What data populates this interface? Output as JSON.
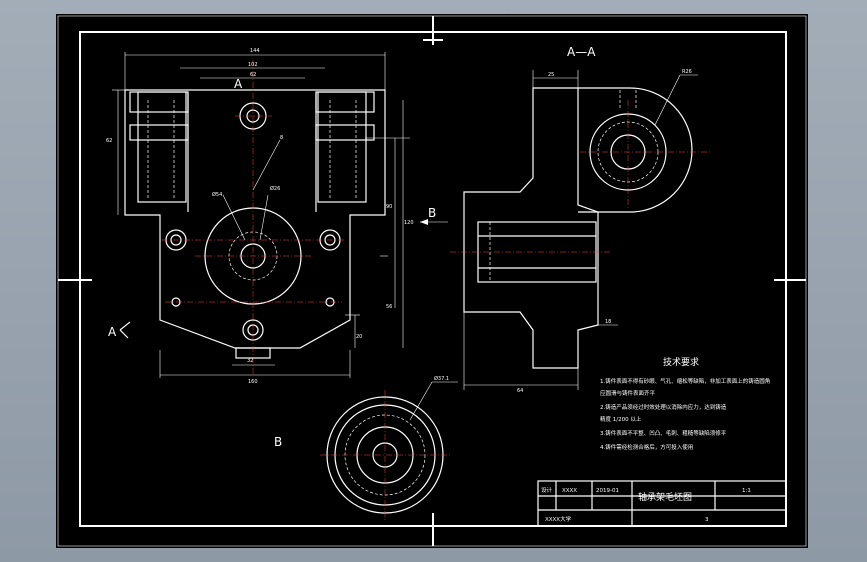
{
  "colors": {
    "paper": "#000000",
    "line": "#ffffff",
    "center_line": "#ff4040",
    "background": "#98a3ae"
  },
  "section_label": "A—A",
  "view_labels": {
    "a_top": "A",
    "a_left": "A",
    "b_side": "B",
    "b_bottom": "B"
  },
  "dims": {
    "front_width_top": "144",
    "front_width_inner": "102",
    "front_width_mid": "62",
    "front_left_height": "62",
    "front_angle": "8",
    "front_bore": "Ø54",
    "front_boss": "Ø26",
    "front_h1": "90",
    "front_h2": "120",
    "front_h3": "56",
    "front_h4": "20",
    "front_bottom_width": "160",
    "front_bottom_inner": "32",
    "section_top": "25",
    "section_radius": "R26",
    "section_right": "18",
    "section_bottom": "64",
    "b_dia": "Ø37.1"
  },
  "tech_title": "技术要求",
  "tech_notes": [
    "1.铸件表面不得有砂眼、气孔、缩松等缺陷，非加工表面上的铸造圆角",
    "  应圆滑与铸件表面齐平",
    "2.铸造产品须经过时效处理以消除内应力，达到铸造",
    "  精度 1/200 以上",
    "3.铸件表面不平整、凹凸、毛刺、粗糙等缺陷须修平",
    "4.铸件需经检测合格后，方可投入使用"
  ],
  "title_block": {
    "part_name": "轴承架毛坯图",
    "scale": "1:1",
    "row1_a": "设计",
    "row1_b": "XXXX",
    "row1_c": "2019-01",
    "school": "XXXX大学",
    "sheet": "3"
  }
}
